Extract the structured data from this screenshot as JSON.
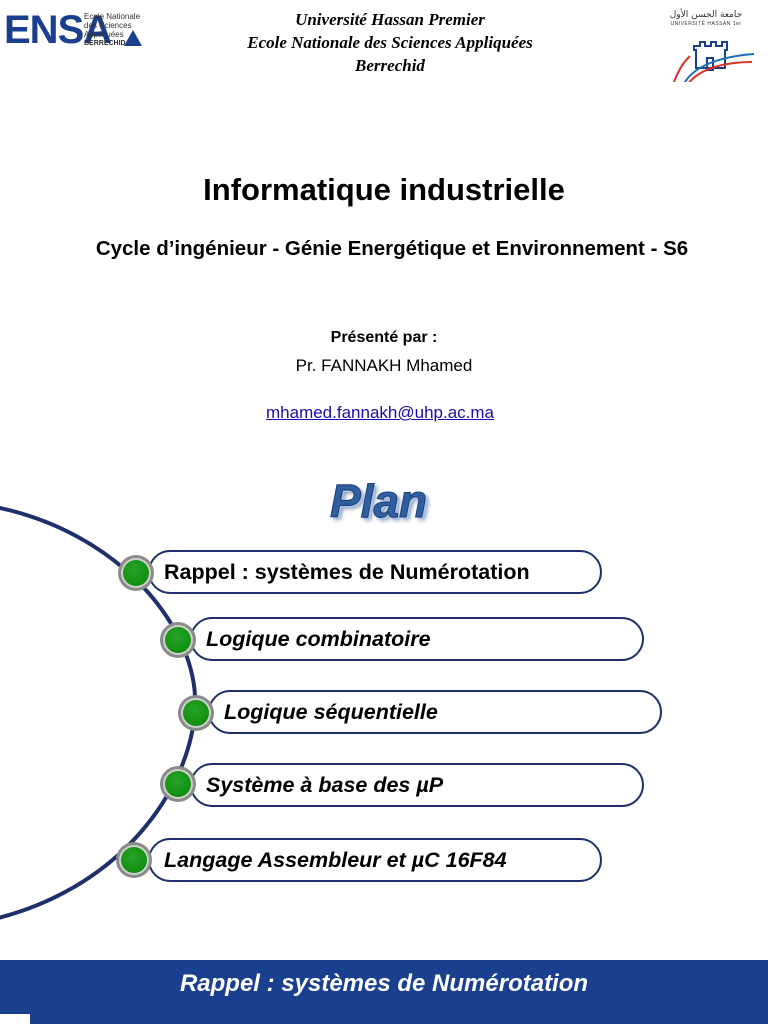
{
  "header": {
    "ensa_logo": {
      "word": "ENSA",
      "lines": [
        "Ecole Nationale",
        "des Sciences",
        "Appliquées",
        "BERRECHID"
      ]
    },
    "university_lines": [
      "Université Hassan Premier",
      "Ecole Nationale des Sciences Appliquées",
      "Berrechid"
    ],
    "uhp_logo": {
      "arabic": "جامعة الحسن الأول",
      "latin": "UNIVERSITÉ HASSAN 1er"
    }
  },
  "title": "Informatique industrielle",
  "subtitle": "Cycle d’ingénieur - Génie Energétique et Environnement - S6",
  "presenter": {
    "label": "Présenté par :",
    "name": "Pr. FANNAKH Mhamed",
    "email": "mhamed.fannakh@uhp.ac.ma"
  },
  "plan": {
    "title": "Plan",
    "items": [
      {
        "label": "Rappel : systèmes de Numérotation",
        "italic": false
      },
      {
        "label": "Logique combinatoire",
        "italic": true
      },
      {
        "label": "Logique séquentielle",
        "italic": true
      },
      {
        "label": "Système à base des µP",
        "italic": true
      },
      {
        "label": "Langage Assembleur et µC 16F84",
        "italic": true
      }
    ]
  },
  "footer": {
    "section_title": "Rappel : systèmes de Numérotation"
  },
  "colors": {
    "primary_blue": "#1b3f8f",
    "bullet_green": "#119011",
    "pill_border": "#1e2f6a",
    "plan_title": "#2f5f9e"
  }
}
